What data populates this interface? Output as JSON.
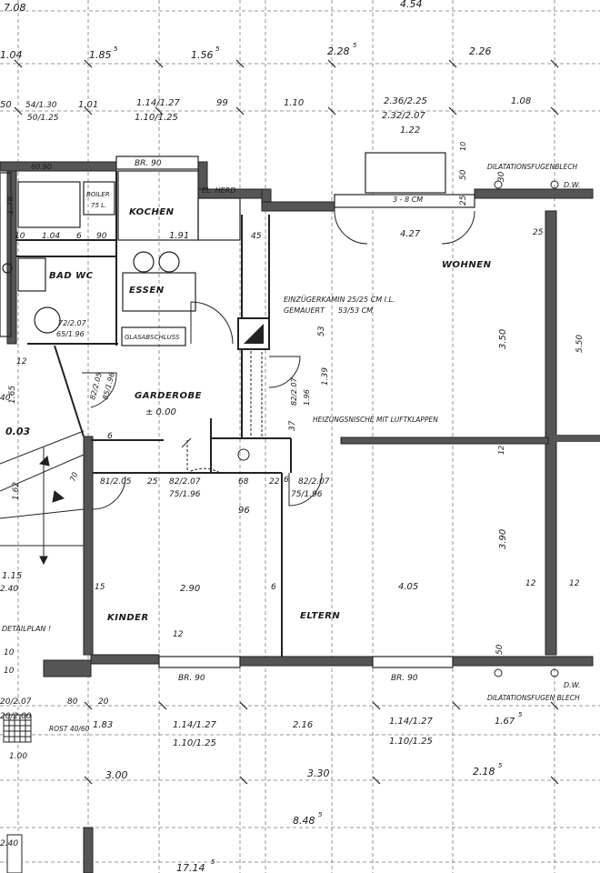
{
  "colors": {
    "ink": "#1a1a1a",
    "wall": "#555555",
    "paper": "#ffffff",
    "grid": "#7a7a7a"
  },
  "rooms": {
    "kochen": "KOCHEN",
    "bad_wc": "BAD WC",
    "essen": "ESSEN",
    "wohnen": "WOHNEN",
    "garderobe": "GARDEROBE",
    "kinder": "KINDER",
    "eltern": "ELTERN"
  },
  "labels": {
    "el_herd": "EL. HERD",
    "boiler": "BOILER",
    "boiler_cap": "75 L.",
    "glasabschluss": "GLASABSCHLUSS",
    "kamin_line1": "EINZÜGERKAMIN 25/25 CM I.L.",
    "kamin_line2": "GEMAUERT",
    "kamin_size": "53/53 CM",
    "heizungsnische": "HEIZUNGSNISCHE MIT LUFTKLAPPEN",
    "garderobe_level": "± 0.00",
    "dilatation_top": "DILATATIONSFUGENBLECH",
    "dilatation_bottom": "DILATATIONSFUGEN BLECH",
    "dw_top": "D.W.",
    "dw_bottom": "D.W.",
    "detailplan": "DETAILPLAN !",
    "rost": "ROST 40/60",
    "stair_level": "0.03",
    "sill_top": "3 - 8 CM"
  },
  "dimensions": {
    "top_row0": [
      "7.08",
      "4.54"
    ],
    "top_row1": [
      "1.04",
      "1.85",
      "1.56",
      "2.28",
      "2.26"
    ],
    "top_row2": [
      "50",
      "54/1.30",
      "50/1.25",
      "1.01",
      "1.14/1.27",
      "1.10/1.25",
      "99",
      "1.10",
      "2.36/2.25",
      "2.32/2.07",
      "1.08"
    ],
    "misc_top": [
      "1.22",
      "1.78",
      "60.90",
      "1.91",
      "90",
      "50",
      "25",
      "4.27",
      "45",
      "1.04",
      "6",
      "30",
      "25",
      "BR. 90",
      "10",
      "10"
    ],
    "interior": [
      "53",
      "1.39",
      "37",
      "1.96",
      "82/2.07",
      "5.50",
      "3.50",
      "12",
      "3.90",
      "12",
      "12",
      "2.90",
      "4.05",
      "96",
      "68",
      "22",
      "6",
      "81/2.05",
      "25",
      "82/2.07",
      "75/1.96",
      "82/2.07",
      "75/1.96",
      "72/2.07",
      "65/1.96",
      "82/2.05",
      "85/1.96",
      "1.65",
      "1.62",
      "1.15",
      "40",
      "15",
      "6",
      "6",
      "50",
      "12",
      "50",
      "70"
    ],
    "bottom_row1": [
      "BR. 90",
      "BR. 90"
    ],
    "bottom_row2": [
      "80",
      "20",
      "1.83",
      "1.14/1.27",
      "1.10/1.25",
      "2.16",
      "1.14/1.27",
      "1.10/1.25",
      "1.67"
    ],
    "bottom_row3": [
      "3.00",
      "3.30",
      "2.18"
    ],
    "bottom_row4": [
      "8.48"
    ],
    "bottom_row5": [
      "17.14"
    ],
    "left_misc": [
      "20/2.07",
      "20/2.00",
      "12",
      "2.40",
      "2.40",
      "1.00",
      "10",
      "10"
    ]
  },
  "superscripts": {
    "five": "5"
  }
}
